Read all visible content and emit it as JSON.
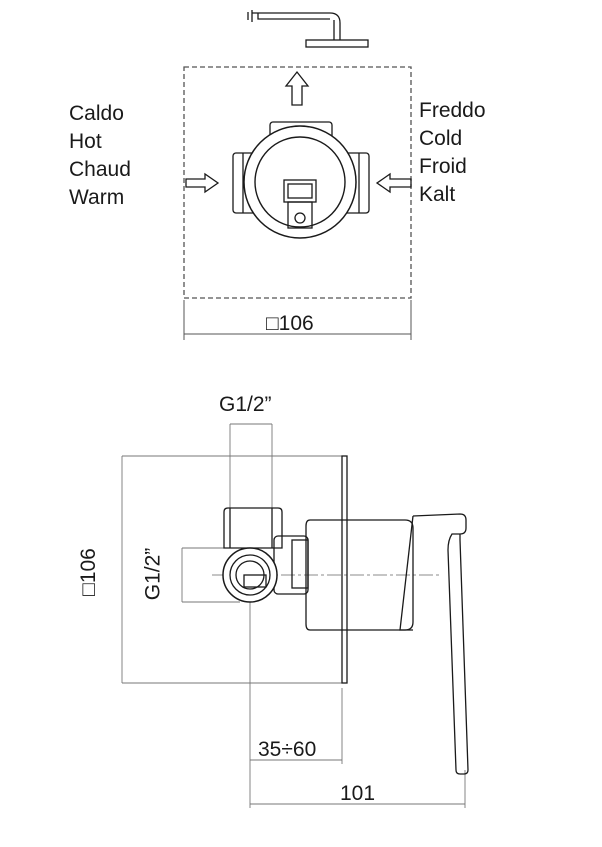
{
  "top_view": {
    "hot_labels": [
      "Caldo",
      "Hot",
      "Chaud",
      "Warm"
    ],
    "cold_labels": [
      "Freddo",
      "Cold",
      "Froid",
      "Kalt"
    ],
    "width_dim": "□106"
  },
  "side_view": {
    "thread_top": "G1/2”",
    "thread_side": "G1/2”",
    "height_dim": "□106",
    "depth_range": "35÷60",
    "depth_total": "101"
  }
}
